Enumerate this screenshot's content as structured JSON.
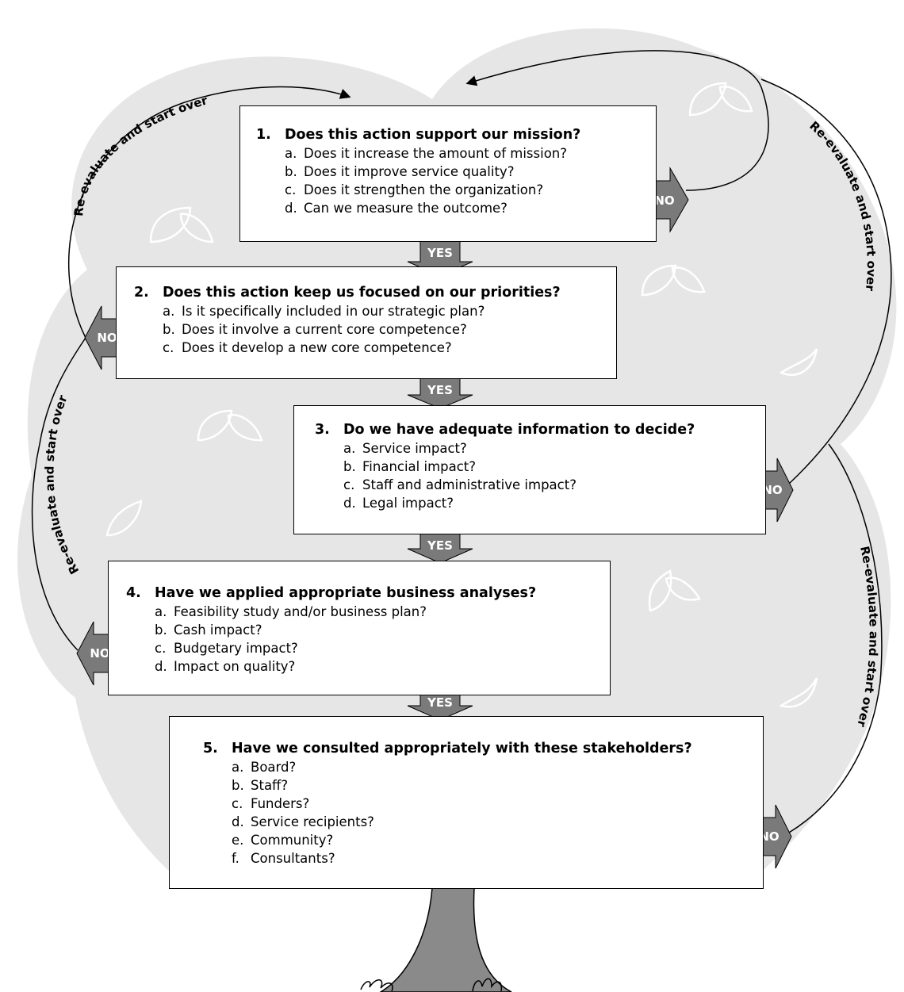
{
  "questions": [
    {
      "number": "1.",
      "title": "Does this action support our mission?",
      "items": [
        {
          "letter": "a.",
          "text": "Does it increase the amount of mission?"
        },
        {
          "letter": "b.",
          "text": "Does it improve service quality?"
        },
        {
          "letter": "c.",
          "text": "Does it strengthen the organization?"
        },
        {
          "letter": "d.",
          "text": "Can we measure the outcome?"
        }
      ]
    },
    {
      "number": "2.",
      "title": "Does this action keep us focused on our priorities?",
      "items": [
        {
          "letter": "a.",
          "text": "Is it specifically included in our strategic plan?"
        },
        {
          "letter": "b.",
          "text": "Does it involve a current core competence?"
        },
        {
          "letter": "c.",
          "text": "Does it develop a new core competence?"
        }
      ]
    },
    {
      "number": "3.",
      "title": "Do we have adequate information to decide?",
      "items": [
        {
          "letter": "a.",
          "text": "Service impact?"
        },
        {
          "letter": "b.",
          "text": "Financial impact?"
        },
        {
          "letter": "c.",
          "text": "Staff and administrative impact?"
        },
        {
          "letter": "d.",
          "text": "Legal impact?"
        }
      ]
    },
    {
      "number": "4.",
      "title": "Have we applied appropriate business analyses?",
      "items": [
        {
          "letter": "a.",
          "text": "Feasibility study and/or business plan?"
        },
        {
          "letter": "b.",
          "text": "Cash impact?"
        },
        {
          "letter": "c.",
          "text": "Budgetary impact?"
        },
        {
          "letter": "d.",
          "text": "Impact on quality?"
        }
      ]
    },
    {
      "number": "5.",
      "title": "Have we consulted appropriately with these stakeholders?",
      "items": [
        {
          "letter": "a.",
          "text": "Board?"
        },
        {
          "letter": "b.",
          "text": "Staff?"
        },
        {
          "letter": "c.",
          "text": "Funders?"
        },
        {
          "letter": "d.",
          "text": "Service recipients?"
        },
        {
          "letter": "e.",
          "text": "Community?"
        },
        {
          "letter": "f.",
          "text": "Consultants?"
        }
      ]
    }
  ],
  "arrows": {
    "yes_label": "YES",
    "no_label": "NO"
  },
  "loop_label": "Re-evaluate and start over",
  "colors": {
    "canopy": "#e6e6e6",
    "arrow_fill": "#7a7a7a",
    "trunk": "#8a8a8a",
    "box_border": "#000000"
  }
}
